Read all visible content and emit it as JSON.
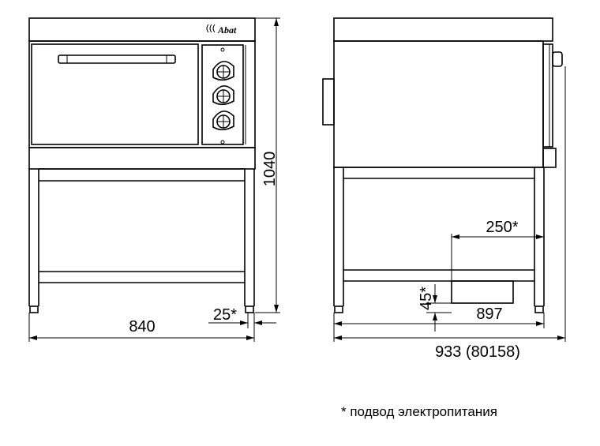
{
  "brand": {
    "logo_text": "Abat"
  },
  "dimensions": {
    "front_width": "840",
    "front_height": "1040",
    "front_supply_offset": "25*",
    "side_depth": "897",
    "side_total_depth": "933 (80158)",
    "side_supply_distance": "250*",
    "side_supply_height": "45*"
  },
  "footnote": "* подвод электропитания"
}
